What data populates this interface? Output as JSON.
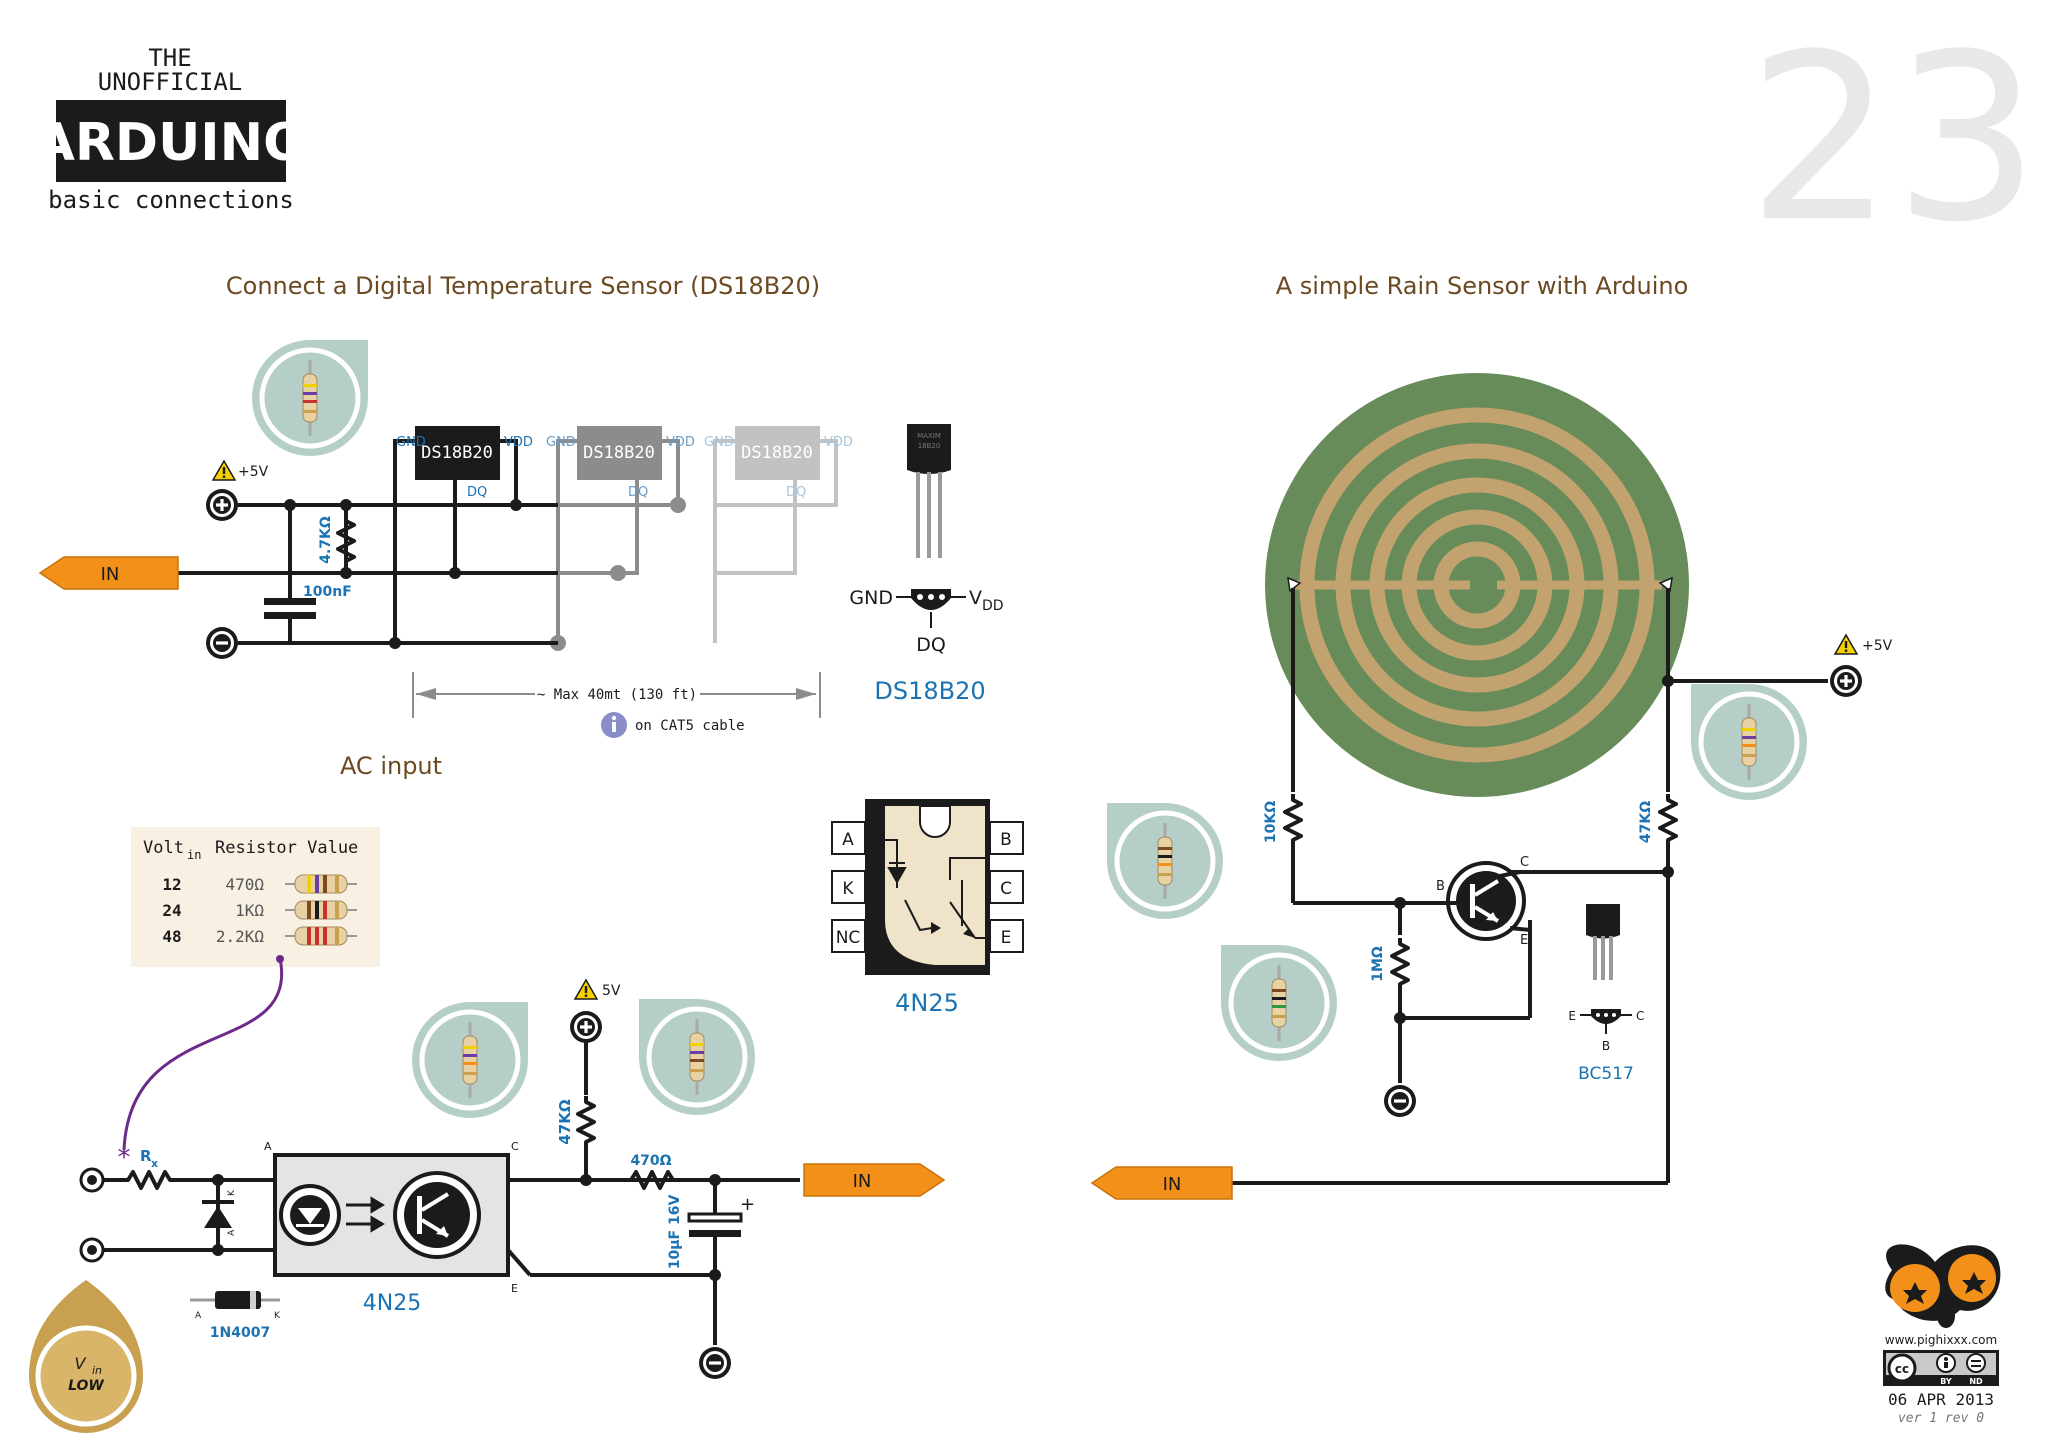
{
  "header": {
    "line1": "THE",
    "line2": "UNOFFICIAL",
    "brand": "ARDUINO",
    "subtitle": "basic connections",
    "page_number": "23"
  },
  "temp_section": {
    "title": "Connect a Digital Temperature Sensor (DS18B20)",
    "supply_label": "+5V",
    "input_label": "IN",
    "resistor_label": "4.7KΩ",
    "cap_label": "100nF",
    "chip_label": "DS18B20",
    "pin_gnd": "GND",
    "pin_vdd": "VDD",
    "pin_dq": "DQ",
    "distance_label": "~ Max 40mt (130 ft)",
    "cable_note": "on CAT5 cable",
    "pinout_gnd": "GND",
    "pinout_v": "V",
    "pinout_dd": "DD",
    "pinout_dq": "DQ",
    "part_caption": "DS18B20",
    "package_text_1": "MAXIM",
    "package_text_2": "18B20"
  },
  "ac_section": {
    "title": "AC input",
    "table": {
      "header_prefix": "Volt",
      "header_sub": "in",
      "header_value": "Resistor Value",
      "rows": [
        {
          "volt": "12",
          "value": "470Ω"
        },
        {
          "volt": "24",
          "value": "1KΩ"
        },
        {
          "volt": "48",
          "value": "2.2KΩ"
        }
      ]
    },
    "rx_label": "R",
    "rx_sub": "x",
    "pin_a": "A",
    "pin_k": "K",
    "pin_c": "C",
    "pin_e": "E",
    "diode_caption": "1N4007",
    "opto_caption": "4N25",
    "supply_label": "5V",
    "r47k": "47KΩ",
    "r470": "470Ω",
    "cap": "10µF 16V",
    "cap_plus": "+",
    "input_label": "IN",
    "vin_label": "V",
    "vin_sub": "in",
    "vin_low": "LOW"
  },
  "ic_4n25": {
    "pins_left": [
      "A",
      "K",
      "NC"
    ],
    "pins_right": [
      "B",
      "C",
      "E"
    ],
    "caption": "4N25"
  },
  "rain_section": {
    "title": "A simple Rain Sensor with Arduino",
    "supply_label": "+5V",
    "r10k": "10KΩ",
    "r47k": "47KΩ",
    "r1m": "1MΩ",
    "pin_b": "B",
    "pin_c": "C",
    "pin_e": "E",
    "pinout_e": "E",
    "pinout_c": "C",
    "pinout_b": "B",
    "part_caption": "BC517",
    "input_label": "IN"
  },
  "footer": {
    "website": "www.pighixxx.com",
    "cc": "cc",
    "by": "BY",
    "nd": "ND",
    "date": "06 APR 2013",
    "version": "ver 1 rev 0"
  },
  "colors": {
    "wire": "#1b1b1b",
    "wire_mid": "#8c8c8c",
    "wire_light": "#c2c2c2",
    "title_brown": "#6b4a22",
    "label_blue": "#1b73b3",
    "tag_orange": "#f39019",
    "bubble": "#b5cfc8",
    "board_green": "#678c5a",
    "trace_tan": "#c2a26e",
    "table_bg": "#f7f0e3",
    "purple": "#6c2a8a",
    "gold": "#c9a050"
  }
}
